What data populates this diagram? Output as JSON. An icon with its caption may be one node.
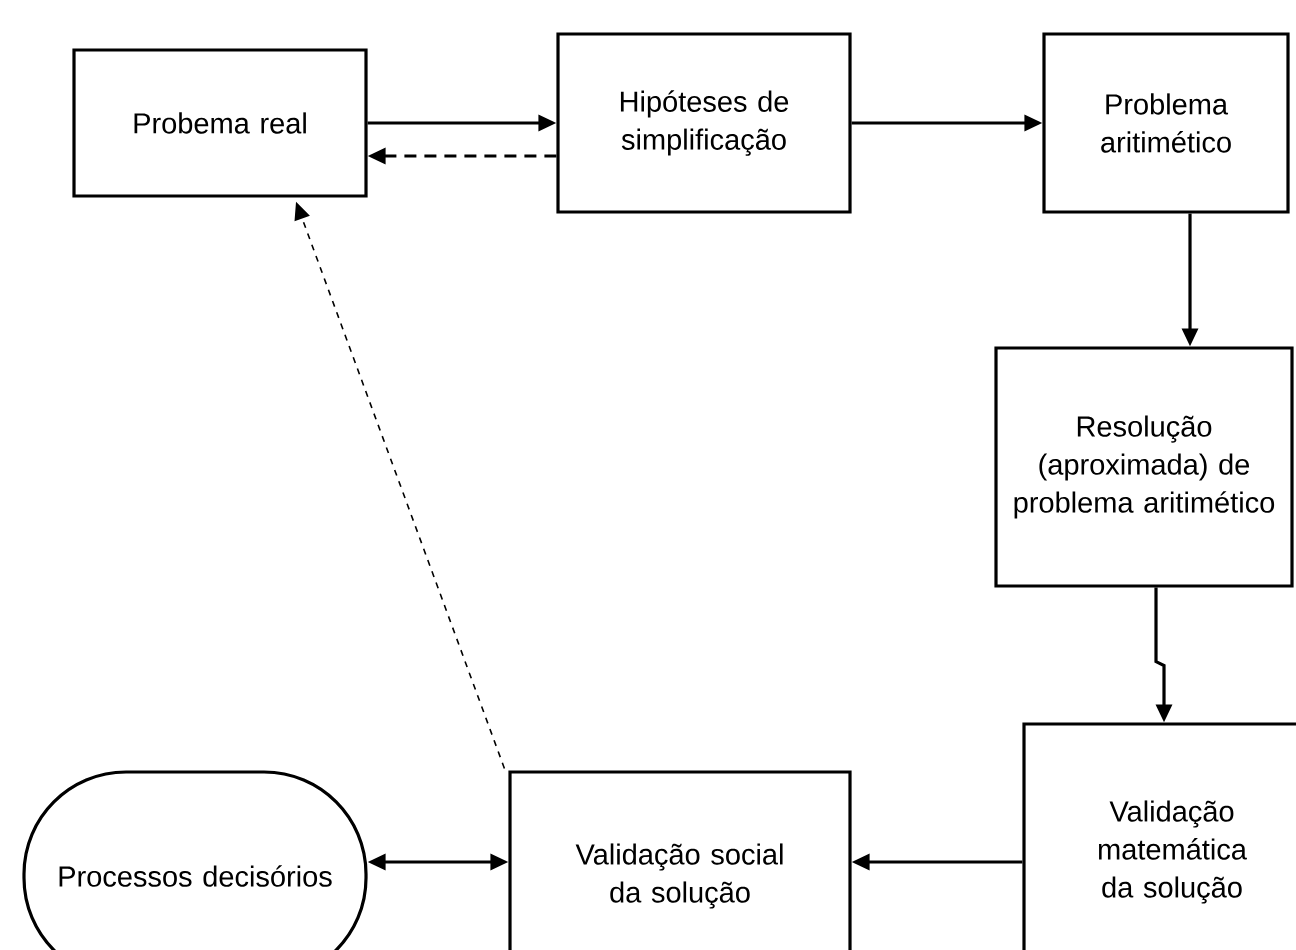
{
  "diagram": {
    "nodes": [
      {
        "text": [
          "Probema real"
        ]
      },
      {
        "text": [
          "Hipóteses de simplificação"
        ]
      },
      {
        "text": [
          "Problema aritimético"
        ]
      },
      {
        "text": [
          "Resolução (aproximada) de problema aritimético"
        ]
      },
      {
        "text": [
          "Validação matemática da solução"
        ]
      },
      {
        "text": [
          "Validação social da solução"
        ]
      },
      {
        "text": [
          "Processos decisórios"
        ]
      }
    ],
    "edges": [
      {
        "from": 0,
        "to": 1,
        "arrow": "to"
      },
      {
        "from": 1,
        "to": 0,
        "arrow": "to",
        "style": "dashed"
      },
      {
        "from": 1,
        "to": 2,
        "arrow": "to"
      },
      {
        "from": 2,
        "to": 3,
        "arrow": "to"
      },
      {
        "from": 3,
        "to": 4,
        "arrow": "to"
      },
      {
        "from": 4,
        "to": 5,
        "arrow": "to"
      },
      {
        "from": 5,
        "to": 6,
        "arrow": "both"
      },
      {
        "from": 5,
        "to": 0,
        "arrow": "to",
        "style": "dashed"
      }
    ]
  }
}
